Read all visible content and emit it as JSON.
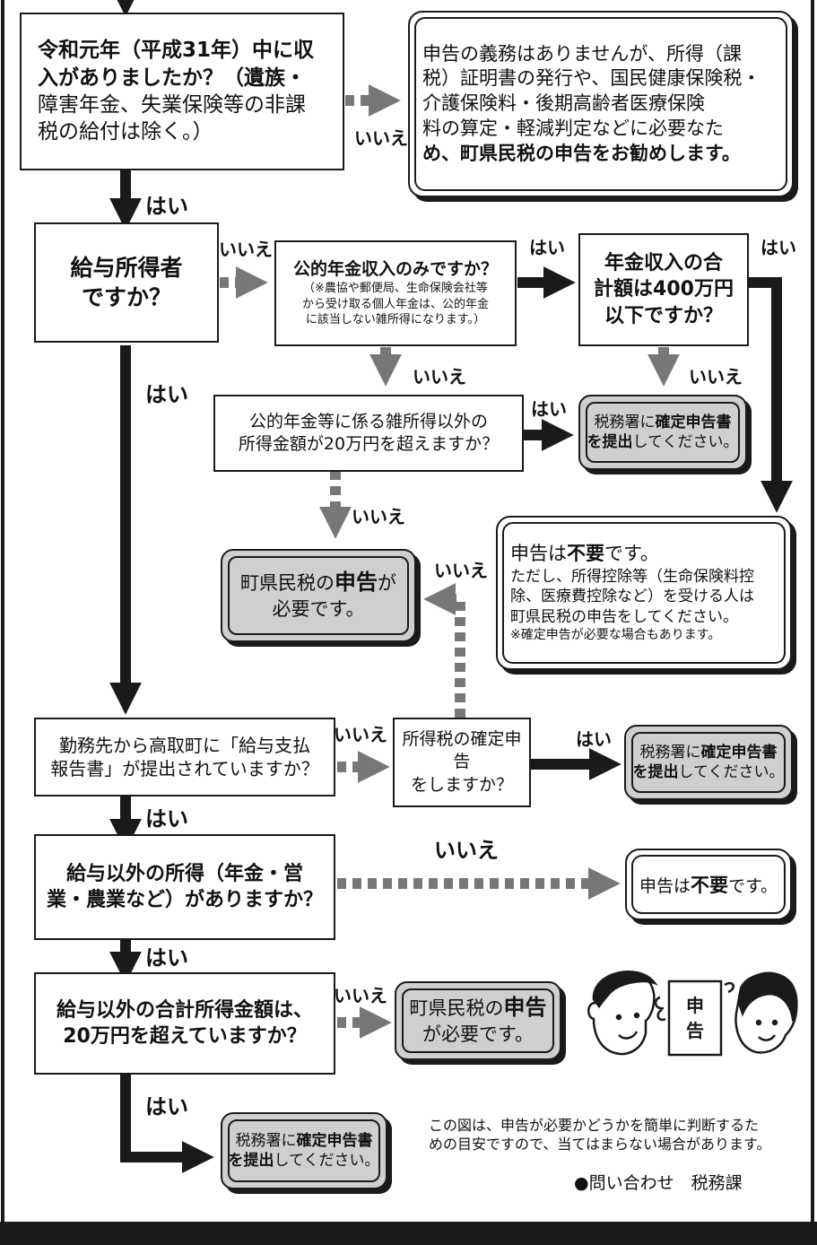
{
  "colors": {
    "line": "#1a1a1a",
    "result_fill": "#cfcfcf",
    "white": "#ffffff"
  },
  "boxes": {
    "q1": {
      "line1": "令和元年（平成31年）中に収",
      "line2": "入がありましたか？（遺族・",
      "line3": "障害年金、失業保険等の非課",
      "line4": "税の給付は除く。）"
    },
    "r1": {
      "line1": "申告の義務はありませんが、所得（課",
      "line2": "税）証明書の発行や、国民健康保険税・",
      "line3": "介護保険料・後期高齢者医療保険",
      "line4": "料の算定・軽減判定などに必要なた",
      "line5": "め、町県民税の申告をお勧めします。"
    },
    "q2": {
      "line1": "給与所得者",
      "line2": "ですか？"
    },
    "q3": {
      "line1": "公的年金収入のみですか？",
      "note1": "（※農協や郵便局、生命保険会社等",
      "note2": "から受け取る個人年金は、公的年金",
      "note3": "に該当しない雑所得になります。）"
    },
    "q4": {
      "line1": "年金収入の合",
      "line2": "計額は400万円",
      "line3": "以下ですか？"
    },
    "q5": {
      "line1": "公的年金等に係る雑所得以外の",
      "line2": "所得金額が20万円を超えますか？"
    },
    "r2": {
      "pre": "税務署に",
      "bold1": "確定申告書",
      "bold2": "を提出",
      "post": "してください。"
    },
    "r3": {
      "pre": "町県民税の",
      "bold": "申告",
      "post": "が",
      "line2": "必要です。"
    },
    "r4": {
      "pre": "申告は",
      "bold": "不要",
      "post": "です。",
      "line2": "ただし、所得控除等（生命保険料控",
      "line3": "除、医療費控除など）を受ける人は",
      "line4": "町県民税の申告をしてください。",
      "note": "※確定申告が必要な場合もあります。"
    },
    "q6": {
      "line1": "勤務先から高取町に「給与支払",
      "line2": "報告書」が提出されていますか？"
    },
    "q7": {
      "line1": "所得税の確定申告",
      "line2": "をしますか？"
    },
    "r5": {
      "pre": "税務署に",
      "bold1": "確定申告書",
      "bold2": "を提出",
      "post": "してください。"
    },
    "q8": {
      "line1": "給与以外の所得（年金・営",
      "line2": "業・農業など）がありますか？"
    },
    "r6": {
      "pre": "申告は",
      "bold": "不要",
      "post": "です。"
    },
    "q9": {
      "line1": "給与以外の合計所得金額は、",
      "line2": "20万円を超えていますか？"
    },
    "r7": {
      "pre": "町県民税の",
      "bold": "申告",
      "line2": "が必要です。"
    },
    "r8": {
      "pre": "税務署に",
      "bold1": "確定申告書",
      "bold2": "を提出",
      "post": "してください。"
    }
  },
  "labels": {
    "yes": "はい",
    "no": "いいえ"
  },
  "illustration": {
    "card_text1": "申",
    "card_text2": "告"
  },
  "footer": {
    "note1": "この図は、申告が必要かどうかを簡単に判断するた",
    "note2": "めの目安ですので、当てはまらない場合があります。",
    "contact": "●問い合わせ　税務課"
  }
}
